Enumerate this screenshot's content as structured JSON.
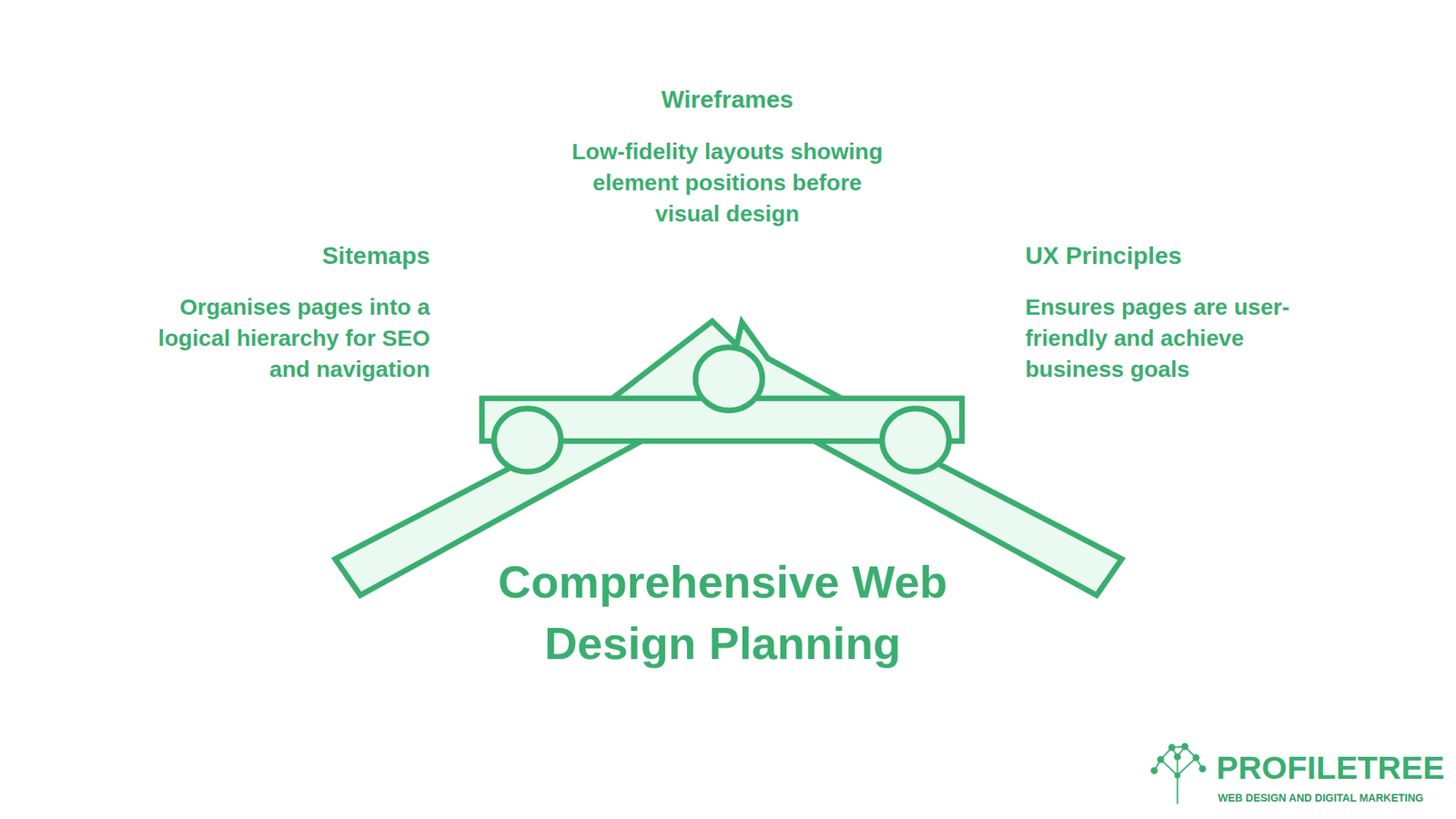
{
  "diagram": {
    "title": "Comprehensive Web Design Planning",
    "labels": [
      "Sitemaps",
      "Organises pages into a logical hierarchy for SEO and navigation",
      "Wireframes",
      "Low-fidelity layouts showing element positions before visual design",
      "UX Principles",
      "Ensures pages are user-friendly and achieve business goals",
      "PROFILETREE",
      "WEB DESIGN AND DIGITAL MARKETING"
    ]
  }
}
